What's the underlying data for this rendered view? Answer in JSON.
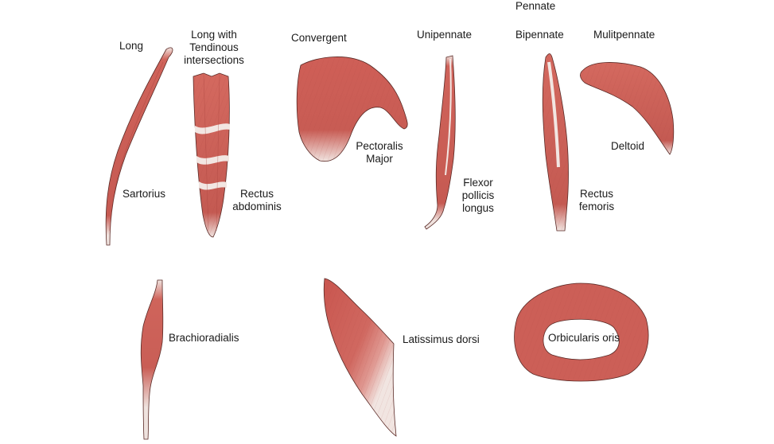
{
  "categories": {
    "long": "Long",
    "long_tendinous": [
      "Long with",
      "Tendinous",
      "intersections"
    ],
    "convergent": "Convergent",
    "pennate": "Pennate",
    "unipennate": "Unipennate",
    "bipennate": "Bipennate",
    "multipennate": "Mulitpennate"
  },
  "muscles": {
    "sartorius": "Sartorius",
    "rectus_abdominis": [
      "Rectus",
      "abdominis"
    ],
    "pectoralis_major": [
      "Pectoralis",
      "Major"
    ],
    "flexor_pollicis_longus": [
      "Flexor",
      "pollicis",
      "longus"
    ],
    "rectus_femoris": [
      "Rectus",
      "femoris"
    ],
    "deltoid": "Deltoid",
    "brachioradialis": "Brachioradialis",
    "latissimus_dorsi": "Latissimus dorsi",
    "orbicularis_oris": "Orbicularis oris"
  },
  "colors": {
    "muscle": "#cc5f57",
    "muscle_dark": "#a8423d",
    "tendon": "#f2e6e2",
    "outline": "#5a2a26"
  }
}
